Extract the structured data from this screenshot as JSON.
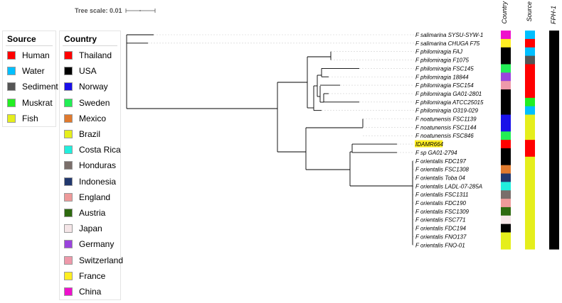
{
  "tree_scale": {
    "label": "Tree scale: 0.01"
  },
  "legends": {
    "source": {
      "title": "Source",
      "items": [
        {
          "label": "Human",
          "color": "#ff0000"
        },
        {
          "label": "Water",
          "color": "#00bfff"
        },
        {
          "label": "Sediment",
          "color": "#555555"
        },
        {
          "label": "Muskrat",
          "color": "#22ee22"
        },
        {
          "label": "Fish",
          "color": "#e5ee1c"
        }
      ]
    },
    "country": {
      "title": "Country",
      "items": [
        {
          "label": "Thailand",
          "color": "#ff0000"
        },
        {
          "label": "USA",
          "color": "#000000"
        },
        {
          "label": "Norway",
          "color": "#1a10e8"
        },
        {
          "label": "Sweden",
          "color": "#22ee55"
        },
        {
          "label": "Mexico",
          "color": "#e07a2e"
        },
        {
          "label": "Brazil",
          "color": "#e5ee1c"
        },
        {
          "label": "Costa Rica",
          "color": "#22eedd"
        },
        {
          "label": "Honduras",
          "color": "#7a6e6a"
        },
        {
          "label": "Indonesia",
          "color": "#22386e"
        },
        {
          "label": "England",
          "color": "#ee9a9a"
        },
        {
          "label": "Austria",
          "color": "#2e6a10"
        },
        {
          "label": "Japan",
          "color": "#f5e6e8"
        },
        {
          "label": "Germany",
          "color": "#9a44dd"
        },
        {
          "label": "Switzerland",
          "color": "#ee99aa"
        },
        {
          "label": "France",
          "color": "#ffee22"
        },
        {
          "label": "China",
          "color": "#ee11cc"
        }
      ]
    }
  },
  "columns": {
    "country": "Country",
    "source": "Source",
    "fph": "FPH-1"
  },
  "fph_color": "#000000",
  "highlight_color": "#ffee22",
  "taxa": [
    {
      "label": "F salimarina SYSU-SYW-1",
      "country": "#ee11cc",
      "source": "#00bfff",
      "highlight": false
    },
    {
      "label": "F salimarina CHUGA F75",
      "country": "#ffee22",
      "source": "#ff0000",
      "highlight": false
    },
    {
      "label": "F philomiragia FAJ",
      "country": "#000000",
      "source": "#00bfff",
      "highlight": false
    },
    {
      "label": "F philomiragia F1075",
      "country": "#000000",
      "source": "#555555",
      "highlight": false
    },
    {
      "label": "F philomiragia FSC145",
      "country": "#22ee55",
      "source": "#ff0000",
      "highlight": false
    },
    {
      "label": "F philomiragia 18844",
      "country": "#9a44dd",
      "source": "#ff0000",
      "highlight": false
    },
    {
      "label": "F philomiragia FSC154",
      "country": "#ee99aa",
      "source": "#ff0000",
      "highlight": false
    },
    {
      "label": "F philomiragia GA01-2801",
      "country": "#000000",
      "source": "#ff0000",
      "highlight": false
    },
    {
      "label": "F philomiragia ATCC25015",
      "country": "#000000",
      "source": "#22ee22",
      "highlight": false
    },
    {
      "label": "F philomiragia O319-029",
      "country": "#000000",
      "source": "#00bfff",
      "highlight": false
    },
    {
      "label": "F noatunensis FSC1139",
      "country": "#1a10e8",
      "source": "#e5ee1c",
      "highlight": false
    },
    {
      "label": "F noatunensis FSC1144",
      "country": "#1a10e8",
      "source": "#e5ee1c",
      "highlight": false
    },
    {
      "label": "F noatunensis FSC846",
      "country": "#22ee55",
      "source": "#e5ee1c",
      "highlight": false
    },
    {
      "label": "IDAMR664",
      "country": "#ff0000",
      "source": "#ff0000",
      "highlight": true
    },
    {
      "label": "F sp GA01-2794",
      "country": "#000000",
      "source": "#ff0000",
      "highlight": false
    },
    {
      "label": "F orientalis FDC197",
      "country": "#000000",
      "source": "#e5ee1c",
      "highlight": false
    },
    {
      "label": "F orientalis FSC1308",
      "country": "#e07a2e",
      "source": "#e5ee1c",
      "highlight": false
    },
    {
      "label": "F orientalis Toba 04",
      "country": "#22386e",
      "source": "#e5ee1c",
      "highlight": false
    },
    {
      "label": "F orientalis LADL-07-285A",
      "country": "#22eedd",
      "source": "#e5ee1c",
      "highlight": false
    },
    {
      "label": "F orientalis FSC1311",
      "country": "#7a6e6a",
      "source": "#e5ee1c",
      "highlight": false
    },
    {
      "label": "F orientalis FDC190",
      "country": "#ee9a9a",
      "source": "#e5ee1c",
      "highlight": false
    },
    {
      "label": "F orientalis FSC1309",
      "country": "#2e6a10",
      "source": "#e5ee1c",
      "highlight": false
    },
    {
      "label": "F orientalis FSC771",
      "country": "#f5e6e8",
      "source": "#e5ee1c",
      "highlight": false
    },
    {
      "label": "F orientalis FDC194",
      "country": "#000000",
      "source": "#e5ee1c",
      "highlight": false
    },
    {
      "label": "F orientalis FNO137",
      "country": "#e5ee1c",
      "source": "#e5ee1c",
      "highlight": false
    },
    {
      "label": "F orientalis FNO-01",
      "country": "#e5ee1c",
      "source": "#e5ee1c",
      "highlight": false
    }
  ]
}
